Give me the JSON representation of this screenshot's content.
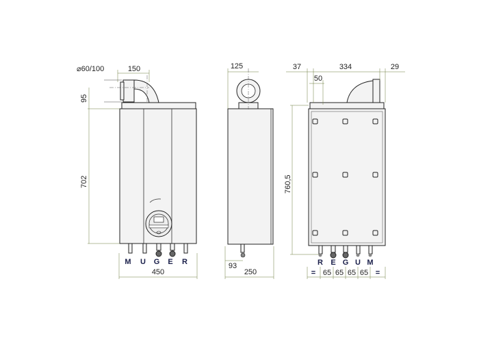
{
  "front_view": {
    "flue_diameter": "⌀60/100",
    "flue_offset": "150",
    "flue_height": "95",
    "height": "702",
    "width": "450",
    "connections": [
      "M",
      "U",
      "G",
      "E",
      "R"
    ]
  },
  "side_view": {
    "flue_offset": "125",
    "pipe_offset": "93",
    "depth": "250"
  },
  "rear_view": {
    "left_margin": "37",
    "bracket_width": "334",
    "right_margin": "29",
    "hole_offset": "50",
    "height": "760,5",
    "connections": [
      "R",
      "E",
      "G",
      "U",
      "M"
    ],
    "spacing": [
      "=",
      "65",
      "65",
      "65",
      "65",
      "="
    ]
  }
}
